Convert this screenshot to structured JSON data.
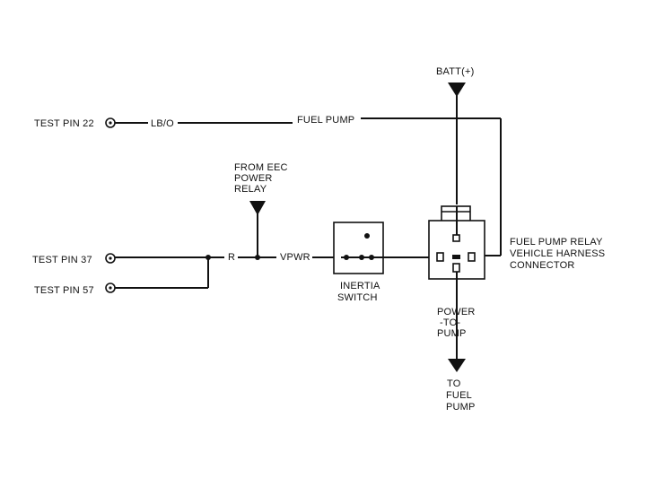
{
  "labels": {
    "test_pin_22": "TEST PIN 22",
    "test_pin_37": "TEST PIN 37",
    "test_pin_57": "TEST PIN 57",
    "wire_lbo": "LB/O",
    "wire_fuel_pump": "FUEL PUMP",
    "batt": "BATT(+)",
    "from_eec_line1": "FROM EEC",
    "from_eec_line2": "POWER",
    "from_eec_line3": "RELAY",
    "wire_r": "R",
    "wire_vpwr": "VPWR",
    "inertia_line1": "INERTIA",
    "inertia_line2": "SWITCH",
    "relay_line1": "FUEL PUMP RELAY",
    "relay_line2": "VEHICLE HARNESS",
    "relay_line3": "CONNECTOR",
    "power_line1": "POWER",
    "power_line2": "-TO-",
    "power_line3": "PUMP",
    "to_fuel_line1": "TO",
    "to_fuel_line2": "FUEL",
    "to_fuel_line3": "PUMP"
  },
  "colors": {
    "ink": "#111111",
    "background": "#ffffff"
  }
}
